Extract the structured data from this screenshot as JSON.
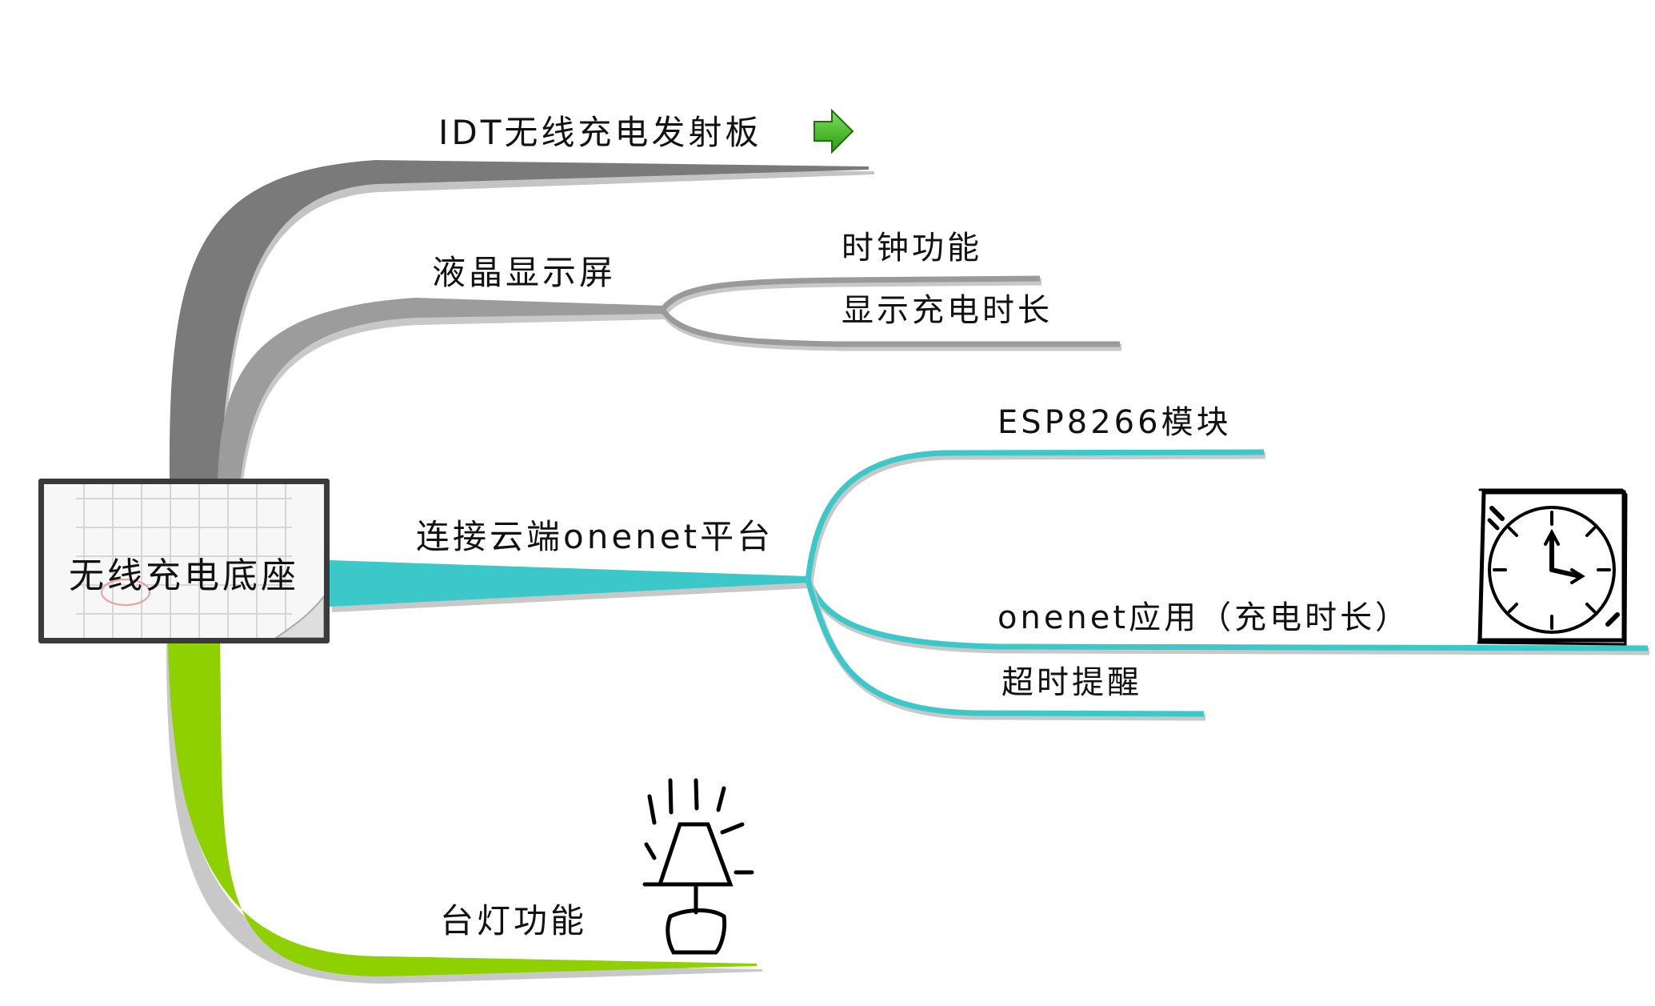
{
  "central_topic": "无线充电底座",
  "branches": [
    {
      "label": "IDT无线充电发射板",
      "color": "#7a7a7a",
      "marker": "green-arrow-icon",
      "children": []
    },
    {
      "label": "液晶显示屏",
      "color": "#9c9c9c",
      "children": [
        "时钟功能",
        "显示充电时长"
      ]
    },
    {
      "label": "连接云端onenet平台",
      "color": "#3cc8c8",
      "children": [
        "ESP8266模块",
        "onenet应用（充电时长）",
        "超时提醒"
      ]
    },
    {
      "label": "台灯功能",
      "color": "#8fd000",
      "marker": "desk-lamp-icon",
      "children": []
    }
  ],
  "icons": {
    "clock": "clock-icon",
    "lamp": "desk-lamp-icon",
    "arrow": "green-arrow-icon",
    "arrow_color": "#3aa81e"
  }
}
